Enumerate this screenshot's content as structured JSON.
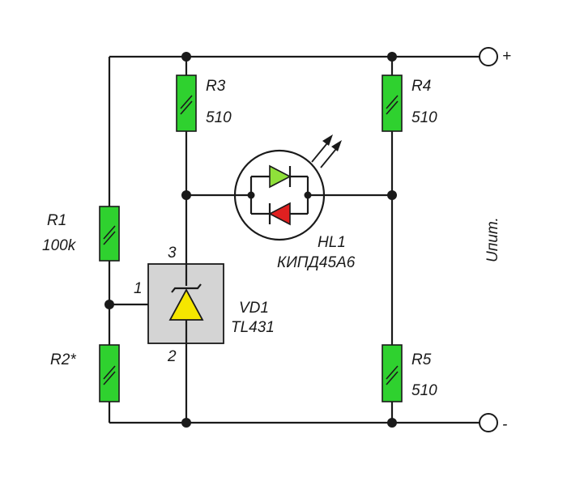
{
  "components": {
    "r1": {
      "name": "R1",
      "value": "100k"
    },
    "r2": {
      "name": "R2*"
    },
    "r3": {
      "name": "R3",
      "value": "510"
    },
    "r4": {
      "name": "R4",
      "value": "510"
    },
    "r5": {
      "name": "R5",
      "value": "510"
    },
    "vd1": {
      "name": "VD1",
      "part": "TL431",
      "pins": {
        "ref": "1",
        "cathode": "3",
        "anode": "2"
      }
    },
    "hl1": {
      "name": "HL1",
      "part": "КИПД45А6"
    }
  },
  "supply": {
    "label": "Uпит.",
    "plus": "+",
    "minus": "-"
  },
  "colors": {
    "resistor": "#2fd12f",
    "led_green": "#8fe03a",
    "led_red": "#e02020",
    "zener": "#f5e600",
    "ic_body": "#d4d4d4"
  }
}
